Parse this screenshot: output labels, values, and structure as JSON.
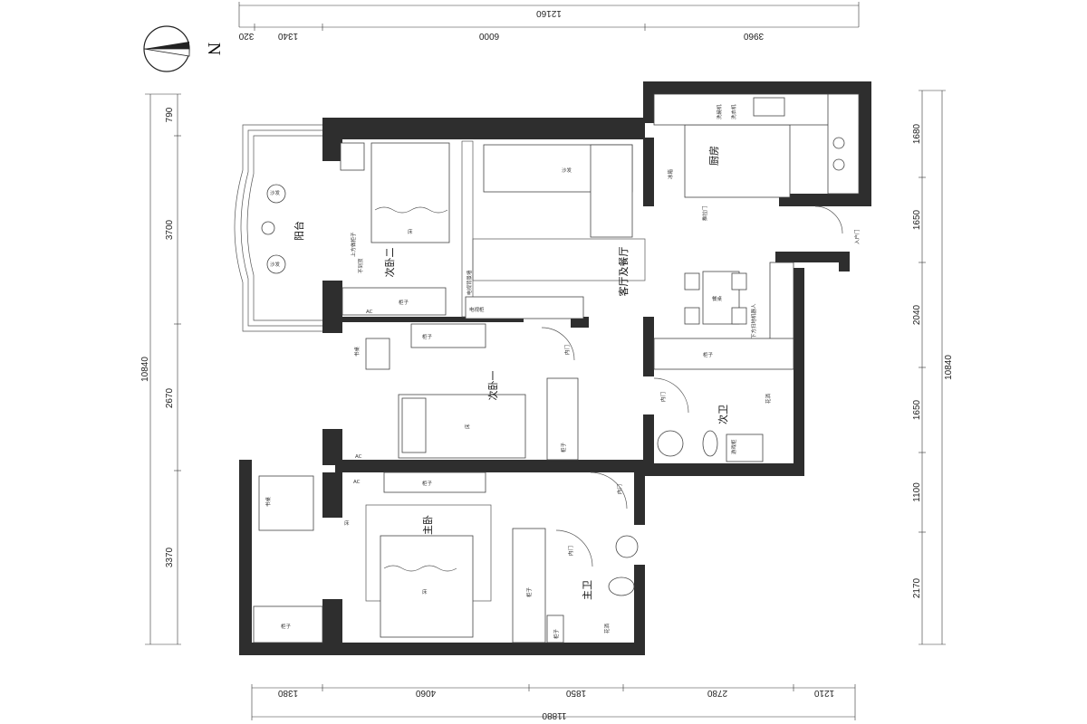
{
  "compass": {
    "north_label": "N"
  },
  "dimensions": {
    "top_total": "12160",
    "top": [
      "320",
      "1340",
      "6000",
      "3960"
    ],
    "bottom_total": "11880",
    "bottom": [
      "1380",
      "4060",
      "1850",
      "2780",
      "1210"
    ],
    "left_total": "10840",
    "left": [
      "790",
      "3700",
      "2670",
      "3370"
    ],
    "right_total": "10840",
    "right": [
      "1680",
      "1650",
      "2040",
      "1650",
      "1100",
      "2170"
    ]
  },
  "rooms": {
    "balcony": "阳台",
    "second_bedroom_2": "次卧二",
    "living_dining": "客厅及餐厅",
    "kitchen": "厨房",
    "second_bedroom_1": "次卧一",
    "second_bath": "次卫",
    "master_bedroom": "主卧",
    "master_bath": "主卫"
  },
  "labels": {
    "entry_door": "入户门",
    "sliding_door": "推拉门",
    "inner_door": "内门",
    "inner_door_b": "内门",
    "inner_door_c": "内门",
    "inner_door_d": "内门",
    "sofa": "沙发",
    "sofa_b": "沙发",
    "sofa_c": "沙发",
    "bed": "床",
    "bed_b": "床",
    "bed_c": "床",
    "bed_d": "床",
    "desk": "书桌",
    "desk_b": "书桌",
    "cabinet": "柜子",
    "cabinet_b": "柜子",
    "cabinet_c": "柜子",
    "cabinet_d": "柜子",
    "cabinet_e": "柜子",
    "cabinet_f": "柜子",
    "cabinet_g": "柜子",
    "cabinet_h": "柜子",
    "ac": "AC",
    "ac_b": "AC",
    "ac_c": "AC",
    "dining": "餐桌",
    "tv_cabinet": "电视柜",
    "washer": "洗衣机",
    "dishwasher": "洗碗机",
    "fridge": "冰箱",
    "shower": "花洒",
    "shower_b": "花洒",
    "gaming": "游戏柜",
    "top_cabinet_note": "上方做柜子",
    "ceiling_note": "不到顶",
    "robot_note": "下方扫地机器人",
    "tv_wall_note": "电视背景墙"
  }
}
